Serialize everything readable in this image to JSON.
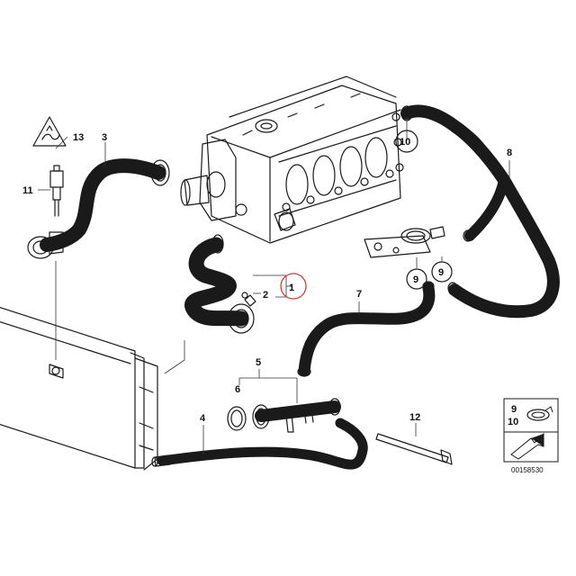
{
  "callouts": {
    "c1": "1",
    "c2": "2",
    "c3": "3",
    "c4": "4",
    "c5": "5",
    "c6": "6",
    "c7": "7",
    "c8": "8",
    "c9a": "9",
    "c9b": "9",
    "c10": "10",
    "c11": "11",
    "c12": "12",
    "c13": "13"
  },
  "legend": {
    "top_num": "9",
    "bottom_num": "10"
  },
  "ref_number": "00158530",
  "colors": {
    "highlight_circle": "#d83a3a",
    "line": "#1a1a1a",
    "hose_fill": "#ffffff"
  },
  "icons": [
    "warning-triangle-icon",
    "hose-clamp-icon",
    "arrow-direction-icon"
  ]
}
